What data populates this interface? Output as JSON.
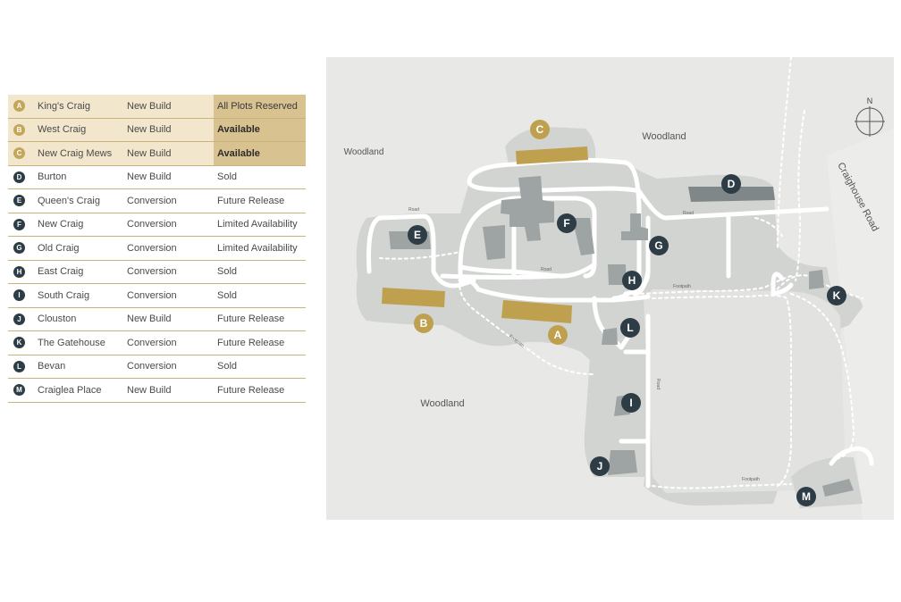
{
  "legend": [
    {
      "letter": "A",
      "name": "King's Craig",
      "type": "New Build",
      "status": "All Plots Reserved",
      "highlight": true
    },
    {
      "letter": "B",
      "name": "West Craig",
      "type": "New Build",
      "status": "Available",
      "highlight": true
    },
    {
      "letter": "C",
      "name": "New Craig Mews",
      "type": "New Build",
      "status": "Available",
      "highlight": true
    },
    {
      "letter": "D",
      "name": "Burton",
      "type": "New Build",
      "status": "Sold",
      "highlight": false
    },
    {
      "letter": "E",
      "name": "Queen's Craig",
      "type": "Conversion",
      "status": "Future Release",
      "highlight": false
    },
    {
      "letter": "F",
      "name": "New Craig",
      "type": "Conversion",
      "status": "Limited Availability",
      "highlight": false
    },
    {
      "letter": "G",
      "name": "Old Craig",
      "type": "Conversion",
      "status": "Limited Availability",
      "highlight": false
    },
    {
      "letter": "H",
      "name": "East Craig",
      "type": "Conversion",
      "status": "Sold",
      "highlight": false
    },
    {
      "letter": "I",
      "name": "South Craig",
      "type": "Conversion",
      "status": "Sold",
      "highlight": false
    },
    {
      "letter": "J",
      "name": "Clouston",
      "type": "New Build",
      "status": "Future Release",
      "highlight": false
    },
    {
      "letter": "K",
      "name": "The Gatehouse",
      "type": "Conversion",
      "status": "Future Release",
      "highlight": false
    },
    {
      "letter": "L",
      "name": "Bevan",
      "type": "Conversion",
      "status": "Sold",
      "highlight": false
    },
    {
      "letter": "M",
      "name": "Craiglea Place",
      "type": "New Build",
      "status": "Future Release",
      "highlight": false
    }
  ],
  "map": {
    "labels": {
      "woodland_top": "Woodland",
      "woodland_left": "Woodland",
      "woodland_bottom": "Woodland",
      "craighouse_road": "Craighouse Road",
      "north": "N",
      "road_1": "Road",
      "road_2": "Road",
      "road_3": "Road",
      "road_4": "Road",
      "footpath_1": "Footpath",
      "footpath_2": "Footpath",
      "footpath_3": "Footpath"
    },
    "colors": {
      "gold": "#bfa04f",
      "dark": "#2d3c45",
      "land": "#e8e8e6",
      "site": "#d2d4d2",
      "building": "#9ea3a3",
      "road": "#ffffff"
    }
  }
}
